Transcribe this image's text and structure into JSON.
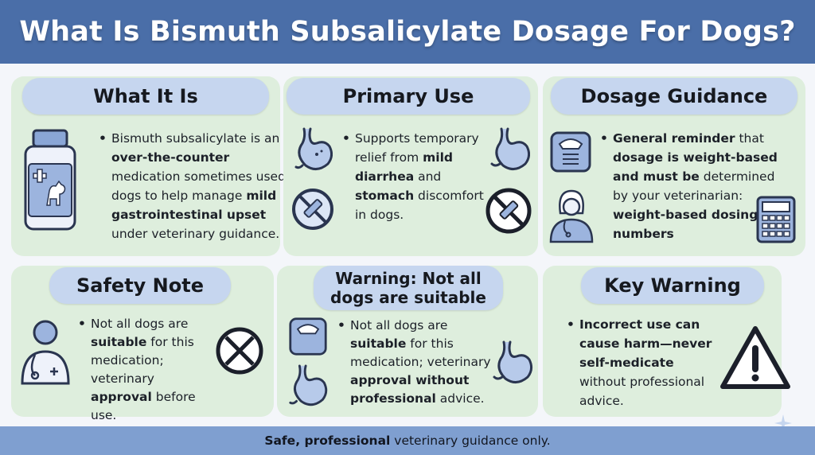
{
  "header": {
    "title": "What Is Bismuth Subsalicylate Dosage For Dogs?"
  },
  "cards": {
    "what_it_is": {
      "title": "What It Is",
      "p1": "Bismuth subsalicylate is an ",
      "b1": "over-the-counter",
      "p2": " medication sometimes used in dogs to help manage ",
      "b2": "mild gastrointestinal upset",
      "p3": " under veterinary guidance."
    },
    "primary_use": {
      "title": "Primary Use",
      "p1": "Supports temporary relief from ",
      "b1": "mild diarrhea",
      "p2": " and ",
      "b2": "stomach",
      "p3": " discomfort in dogs."
    },
    "dosage_guidance": {
      "title": "Dosage Guidance",
      "b1": "General reminder",
      "p1": " that ",
      "b2": "dosage is weight-based and must be",
      "p2": " determined by your veterinarian: ",
      "b3": "weight-based dosing numbers"
    },
    "safety_note": {
      "title": "Safety Note",
      "p1": "Not all dogs are ",
      "b1": "suitable",
      "p2": " for this medication; veterinary ",
      "b2": "approval",
      "p3": " before use."
    },
    "warning_suitable": {
      "title": "Warning: Not all dogs are suitable",
      "p1": "Not all dogs are ",
      "b1": "suitable",
      "p2": " for this medication; veterinary ",
      "b2": "approval without professional",
      "p3": " advice."
    },
    "key_warning": {
      "title": "Key Warning",
      "b1": "Incorrect use can cause harm—never self-medicate",
      "p1": " without professional advice."
    }
  },
  "footer": {
    "bold": "Safe, professional",
    "text": " veterinary guidance only."
  },
  "colors": {
    "header": "#4a6ea8",
    "card": "#deeedd",
    "pill": "#c6d6ef",
    "footer": "#7f9fd0",
    "icon_fill": "#9cb4de",
    "icon_stroke": "#2a3550"
  },
  "icons": [
    "medicine-bottle-icon",
    "stomach-icon",
    "no-syringe-icon",
    "scale-icon",
    "veterinarian-icon",
    "calculator-icon",
    "doctor-icon",
    "no-entry-icon",
    "warning-triangle-icon",
    "sparkle-icon"
  ]
}
